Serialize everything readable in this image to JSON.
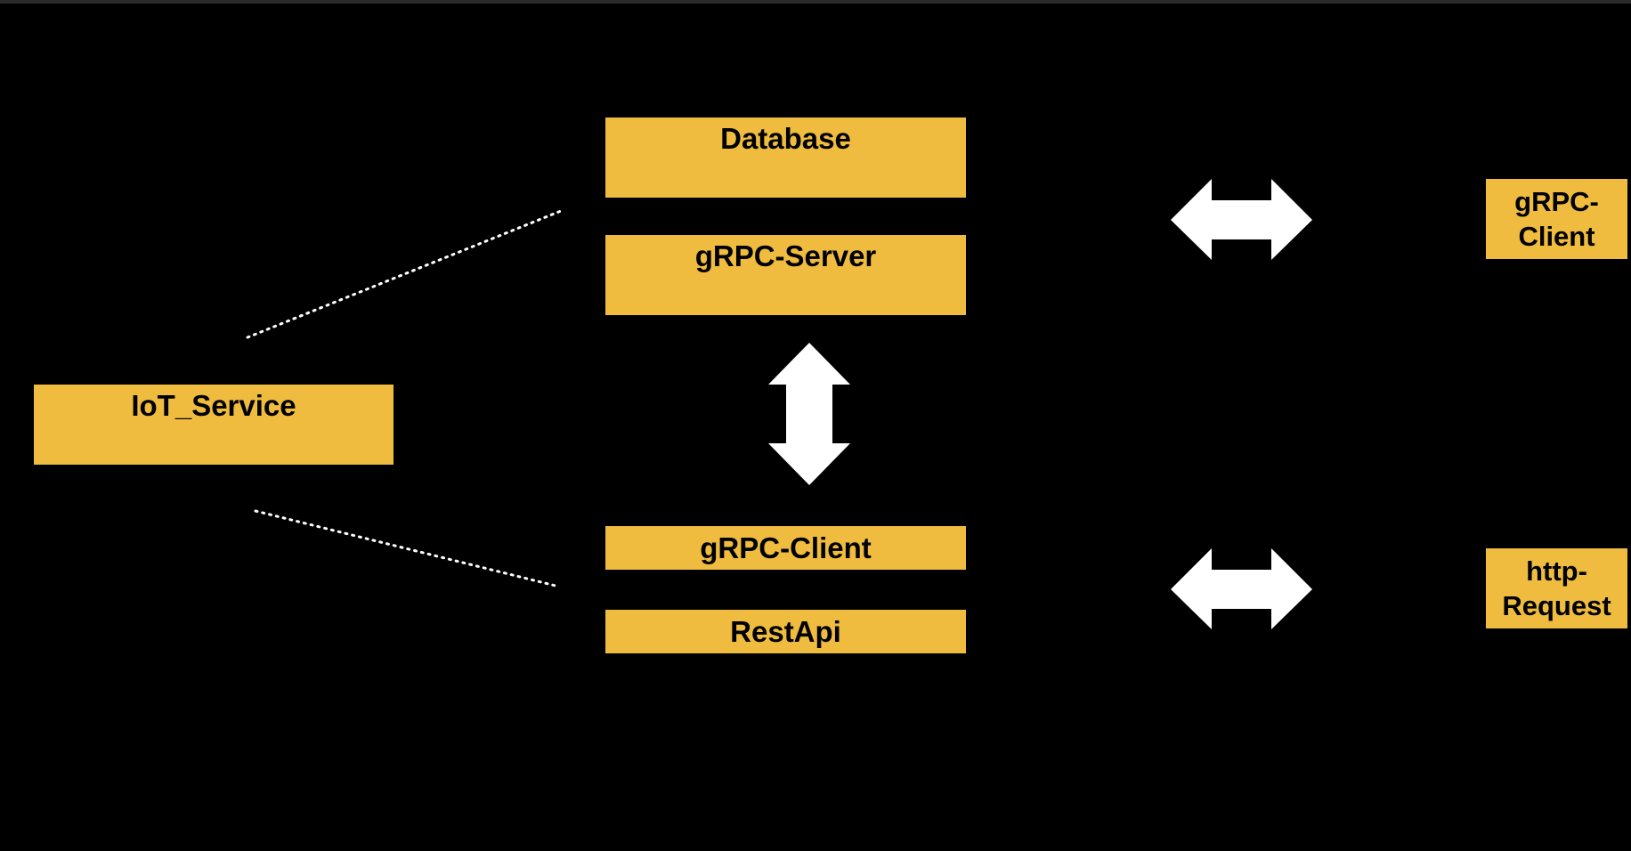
{
  "diagram": {
    "colors": {
      "background": "#000000",
      "box_fill": "#efbc40",
      "arrow_fill": "#ffffff",
      "connector_line": "#ffffff",
      "text": "#000000"
    },
    "nodes": {
      "iot_service": {
        "label": "IoT_Service"
      },
      "database": {
        "label": "Database"
      },
      "grpc_server": {
        "label": "gRPC-Server"
      },
      "grpc_client_inner": {
        "label": "gRPC-Client"
      },
      "restapi": {
        "label": "RestApi"
      },
      "grpc_client_external": {
        "label": "gRPC-\nClient"
      },
      "http_request_external": {
        "label": "http-\nRequest"
      }
    },
    "connectors": [
      {
        "from": "iot_service",
        "to": "grpc_server",
        "style": "dotted"
      },
      {
        "from": "iot_service",
        "to": "grpc_client_inner",
        "style": "dotted"
      }
    ],
    "arrows": [
      {
        "between": [
          "grpc_server",
          "grpc_client_inner"
        ],
        "direction": "vertical",
        "bidirectional": true
      },
      {
        "between": [
          "grpc_server",
          "grpc_client_external"
        ],
        "direction": "horizontal",
        "bidirectional": true
      },
      {
        "between": [
          "restapi",
          "http_request_external"
        ],
        "direction": "horizontal",
        "bidirectional": true
      }
    ]
  }
}
